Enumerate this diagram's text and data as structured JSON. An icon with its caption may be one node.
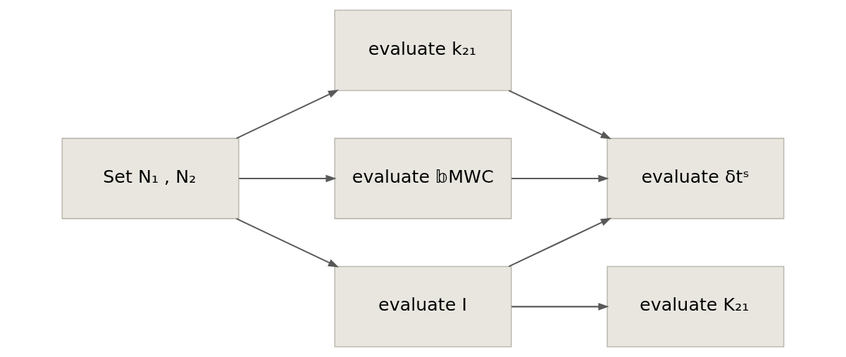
{
  "diagram": {
    "nodes": [
      {
        "text": [
          "Set N₁ , N₂"
        ]
      },
      {
        "text": [
          "evaluate k₂₁"
        ]
      },
      {
        "text": [
          "evaluate 𝕓MWC"
        ]
      },
      {
        "text": [
          "evaluate I"
        ]
      },
      {
        "text": [
          "evaluate δtˢ"
        ]
      },
      {
        "text": [
          "evaluate K₂₁"
        ]
      }
    ],
    "edges": [
      {
        "from": 0,
        "to": 1,
        "arrow": "to"
      },
      {
        "from": 0,
        "to": 2,
        "arrow": "to"
      },
      {
        "from": 0,
        "to": 3,
        "arrow": "to"
      },
      {
        "from": 1,
        "to": 4,
        "arrow": "to"
      },
      {
        "from": 2,
        "to": 4,
        "arrow": "to"
      },
      {
        "from": 3,
        "to": 4,
        "arrow": "to"
      },
      {
        "from": 3,
        "to": 5,
        "arrow": "to"
      }
    ]
  }
}
